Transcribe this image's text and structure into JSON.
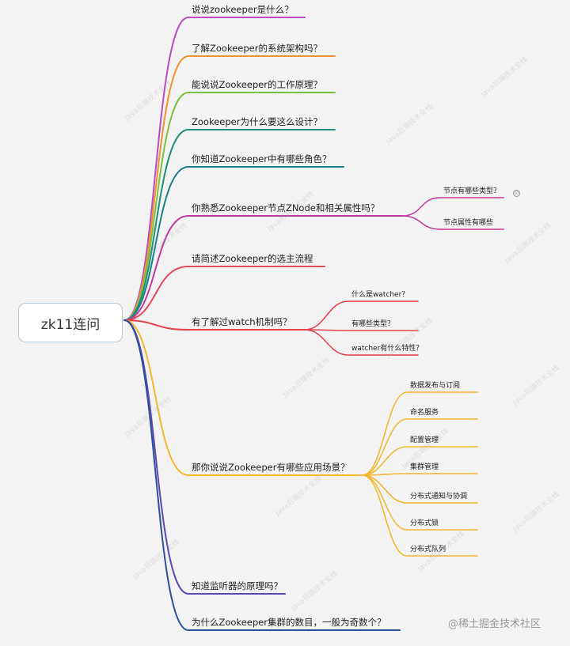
{
  "root": {
    "label": "zk11连问"
  },
  "nodes": [
    {
      "label": "说说zookeeper是什么？",
      "color": "#b94cc4",
      "children": []
    },
    {
      "label": "了解Zookeeper的系统架构吗？",
      "color": "#f0922e",
      "children": []
    },
    {
      "label": "能说说Zookeeper的工作原理？",
      "color": "#7bbf3c",
      "children": []
    },
    {
      "label": "Zookeeper为什么要这么设计？",
      "color": "#1f8f79",
      "children": []
    },
    {
      "label": "你知道Zookeeper中有哪些角色？",
      "color": "#1a7f86",
      "children": []
    },
    {
      "label": "你熟悉Zookeeper节点ZNode和相关属性吗？",
      "color": "#c0399a",
      "children": [
        "节点有哪些类型？",
        "节点属性有哪些"
      ]
    },
    {
      "label": "请简述Zookeeper的选主流程",
      "color": "#e2495a",
      "children": []
    },
    {
      "label": "有了解过watch机制吗？",
      "color": "#ea3f4d",
      "children": [
        "什么是watcher？",
        "有哪些类型？",
        "watcher有什么特性？"
      ]
    },
    {
      "label": "那你说说Zookeeper有哪些应用场景？",
      "color": "#f2b72a",
      "children": [
        "数据发布与订阅",
        "命名服务",
        "配置管理",
        "集群管理",
        "分布式通知与协调",
        "分布式锁",
        "分布式队列"
      ]
    },
    {
      "label": "知道监听器的原理吗？",
      "color": "#5b49b3",
      "children": []
    },
    {
      "label": "为什么Zookeeper集群的数目，一般为奇数个？",
      "color": "#2c4f9a",
      "children": []
    }
  ],
  "watermark": {
    "text": "Java后端技术全栈"
  },
  "credit": {
    "text": "@稀土掘金技术社区"
  }
}
